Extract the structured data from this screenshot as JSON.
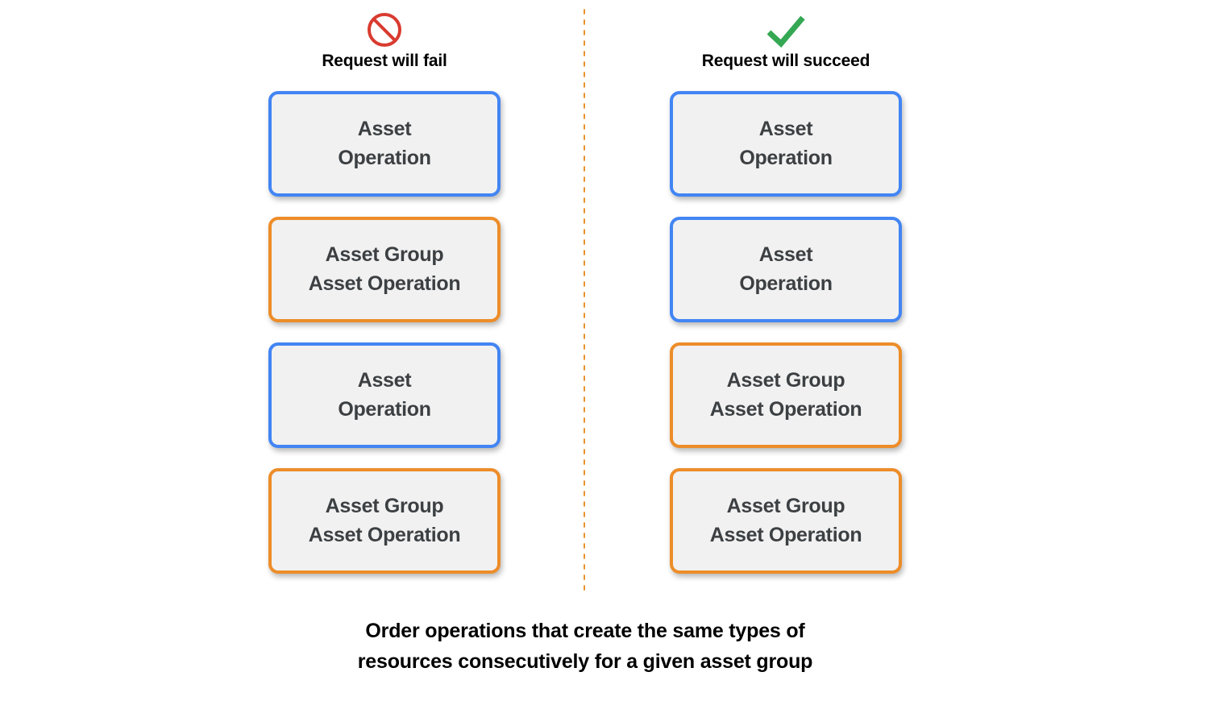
{
  "columns": [
    {
      "id": "fail",
      "icon": "prohibition-icon",
      "icon_color": "#d93b30",
      "title": "Request will fail",
      "boxes": [
        {
          "label": "Asset\nOperation",
          "kind": "blue",
          "color": "#4285f4"
        },
        {
          "label": "Asset Group\nAsset Operation",
          "kind": "orange",
          "color": "#ed8d29"
        },
        {
          "label": "Asset\nOperation",
          "kind": "blue",
          "color": "#4285f4"
        },
        {
          "label": "Asset Group\nAsset Operation",
          "kind": "orange",
          "color": "#ed8d29"
        }
      ]
    },
    {
      "id": "succeed",
      "icon": "checkmark-icon",
      "icon_color": "#34a853",
      "title": "Request will succeed",
      "boxes": [
        {
          "label": "Asset\nOperation",
          "kind": "blue",
          "color": "#4285f4"
        },
        {
          "label": "Asset\nOperation",
          "kind": "blue",
          "color": "#4285f4"
        },
        {
          "label": "Asset Group\nAsset Operation",
          "kind": "orange",
          "color": "#ed8d29"
        },
        {
          "label": "Asset Group\nAsset Operation",
          "kind": "orange",
          "color": "#ed8d29"
        }
      ]
    }
  ],
  "divider": {
    "color": "#e8912c",
    "style": "dotted"
  },
  "caption": "Order operations that create the same types of\nresources consecutively for a given asset group",
  "theme": {
    "background": "#ffffff",
    "box_fill": "#f1f1f1",
    "box_text": "#3c4043",
    "heading_text": "#000000",
    "blue": "#4285f4",
    "orange": "#ed8d29",
    "red": "#d93b30",
    "green": "#34a853"
  }
}
